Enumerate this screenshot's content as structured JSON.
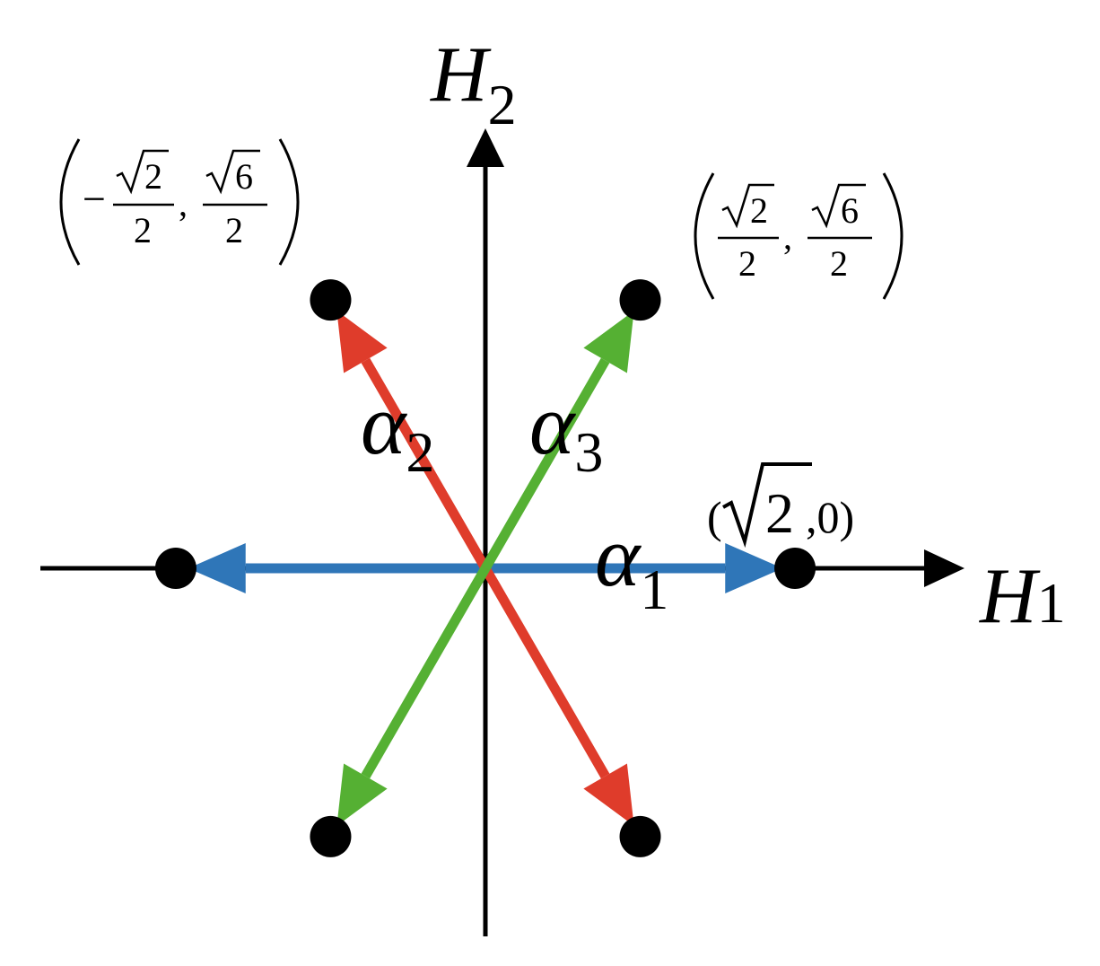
{
  "axes": {
    "horizontal": {
      "symbol": "H",
      "subscript": "1"
    },
    "vertical": {
      "symbol": "H",
      "subscript": "2"
    }
  },
  "roots": [
    {
      "id": "alpha1",
      "symbol": "α",
      "subscript": "1",
      "color": "#2f76b8",
      "vector": [
        1.41421,
        0
      ]
    },
    {
      "id": "alpha2",
      "symbol": "α",
      "subscript": "2",
      "color": "#df3c2b",
      "vector": [
        -0.70711,
        1.22474
      ]
    },
    {
      "id": "alpha3",
      "symbol": "α",
      "subscript": "3",
      "color": "#55b033",
      "vector": [
        0.70711,
        1.22474
      ]
    }
  ],
  "points": [
    [
      1.41421,
      0
    ],
    [
      -1.41421,
      0
    ],
    [
      0.70711,
      1.22474
    ],
    [
      -0.70711,
      1.22474
    ],
    [
      0.70711,
      -1.22474
    ],
    [
      -0.70711,
      -1.22474
    ]
  ],
  "coordinate_labels": {
    "right": {
      "lparen": "(",
      "sqrt_arg": "2",
      "rest": ",0)"
    },
    "upper_left": {
      "minus": "−",
      "num1": "2",
      "den1": "2",
      "comma": ",",
      "num2": "6",
      "den2": "2"
    },
    "upper_right": {
      "num1": "2",
      "den1": "2",
      "comma": ",",
      "num2": "6",
      "den2": "2"
    }
  },
  "colors": {
    "axis": "#000000",
    "point": "#000000"
  }
}
